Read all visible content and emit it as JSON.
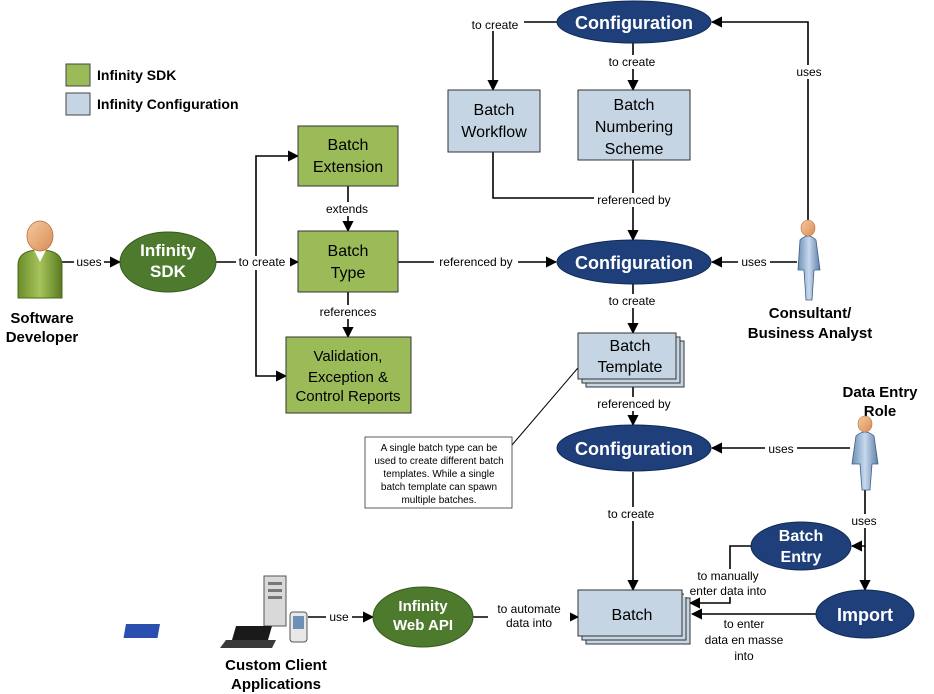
{
  "legend": {
    "sdk": {
      "label": "Infinity SDK",
      "color": "#9bbb59"
    },
    "config": {
      "label": "Infinity Configuration",
      "color": "#c6d5e4"
    }
  },
  "colors": {
    "ellipse_blue": "#1f3f7a",
    "ellipse_green": "#4e7a2e",
    "green_box": "#9bbb59",
    "blue_box": "#c6d5e4",
    "line": "#000000"
  },
  "nodes": {
    "config_top": "Configuration",
    "config_mid": "Configuration",
    "config_low": "Configuration",
    "infinity_sdk": [
      "Infinity",
      "SDK"
    ],
    "infinity_web_api": [
      "Infinity",
      "Web API"
    ],
    "batch_entry": [
      "Batch",
      "Entry"
    ],
    "import": "Import",
    "batch_workflow": [
      "Batch",
      "Workflow"
    ],
    "batch_numbering": [
      "Batch",
      "Numbering",
      "Scheme"
    ],
    "batch_extension": [
      "Batch",
      "Extension"
    ],
    "batch_type": [
      "Batch",
      "Type"
    ],
    "validation": [
      "Validation,",
      "Exception &",
      "Control Reports"
    ],
    "batch_template": [
      "Batch",
      "Template"
    ],
    "batch": "Batch"
  },
  "actors": {
    "developer": [
      "Software",
      "Developer"
    ],
    "consultant": [
      "Consultant/",
      "Business Analyst"
    ],
    "data_entry": [
      "Data Entry",
      "Role"
    ],
    "custom_client": [
      "Custom Client",
      "Applications"
    ]
  },
  "edge_labels": {
    "to_create_top": "to create",
    "to_create_numbering": "to create",
    "uses_consultant_top": "uses",
    "referenced_by_top": "referenced by",
    "extends": "extends",
    "uses_developer": "uses",
    "to_create_sdk": "to create",
    "referenced_by_type": "referenced by",
    "uses_consultant_mid": "uses",
    "references": "references",
    "to_create_template": "to create",
    "referenced_by_template": "referenced by",
    "uses_data_entry": "uses",
    "to_create_batch": "to create",
    "uses_import": "uses",
    "use_client": "use",
    "to_automate": [
      "to automate",
      "data into"
    ],
    "to_manually": [
      "to manually",
      "enter data into"
    ],
    "to_enter": [
      "to enter",
      "data en masse",
      "into"
    ]
  },
  "note": [
    "A single batch type can be",
    "used to create different batch",
    "templates.  While a single",
    "batch template can spawn",
    "multiple batches."
  ]
}
